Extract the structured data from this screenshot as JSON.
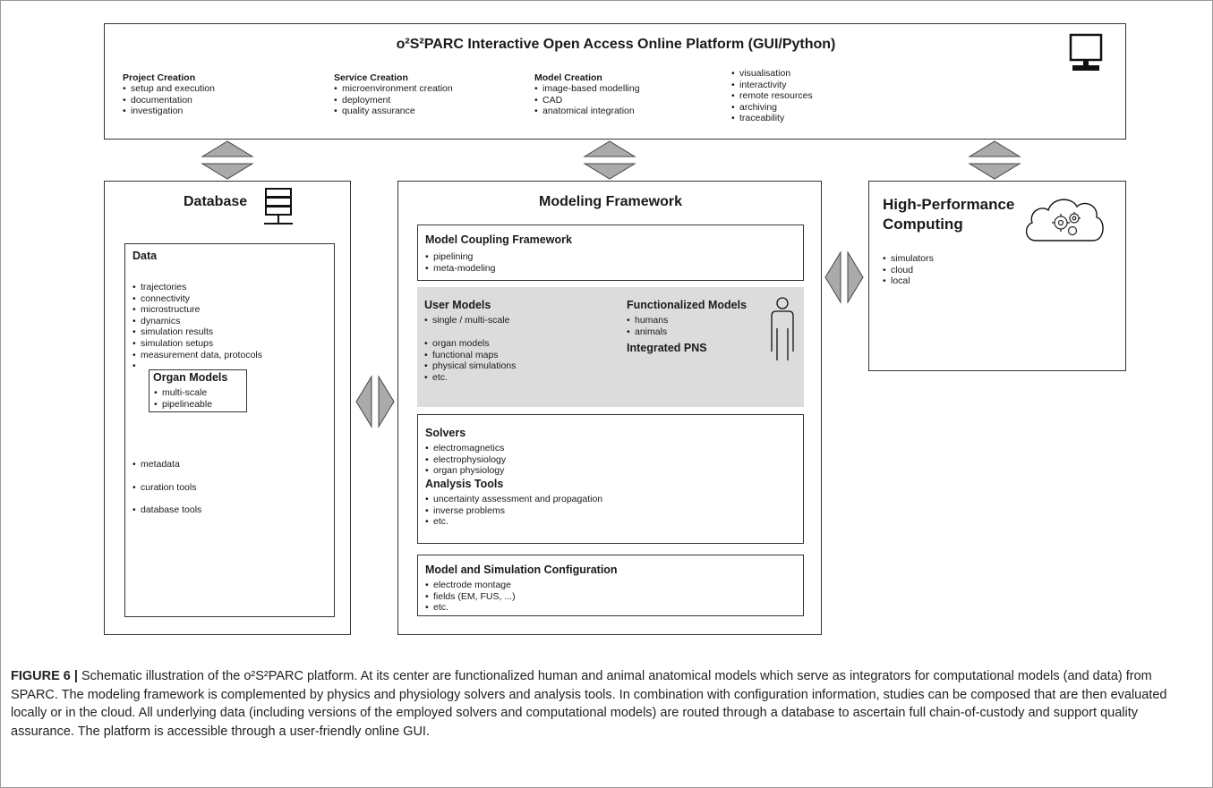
{
  "platform": {
    "title": "o²S²PARC Interactive Open Access Online Platform (GUI/Python)",
    "columns": [
      {
        "heading": "Project Creation",
        "items": [
          "setup and execution",
          "documentation",
          "investigation"
        ]
      },
      {
        "heading": "Service Creation",
        "items": [
          "microenvironment creation",
          "deployment",
          "quality assurance"
        ]
      },
      {
        "heading": "Model Creation",
        "items": [
          "image-based modelling",
          "CAD",
          "anatomical integration"
        ]
      },
      {
        "heading": "",
        "items": [
          "visualisation",
          "interactivity",
          "remote resources",
          "archiving",
          "traceability"
        ]
      }
    ]
  },
  "database": {
    "title": "Database",
    "data_heading": "Data",
    "data_items": [
      "trajectories",
      "connectivity",
      "microstructure",
      "dynamics",
      "simulation results",
      "simulation setups",
      "measurement data, protocols",
      ""
    ],
    "organ_models": {
      "heading": "Organ Models",
      "items": [
        "multi-scale",
        "pipelineable"
      ]
    },
    "extra_items": [
      "metadata",
      "curation tools",
      "database tools"
    ]
  },
  "modeling": {
    "title": "Modeling Framework",
    "coupling": {
      "heading": "Model Coupling Framework",
      "items": [
        "pipelining",
        "meta-modeling"
      ]
    },
    "user_models": {
      "heading": "User Models",
      "items1": [
        "single / multi-scale"
      ],
      "items2": [
        "organ models",
        "functional maps",
        "physical simulations",
        "etc."
      ]
    },
    "functionalized": {
      "heading": "Functionalized Models",
      "items": [
        "humans",
        "animals"
      ],
      "subheading": "Integrated PNS"
    },
    "solvers": {
      "heading": "Solvers",
      "items": [
        "electromagnetics",
        "electrophysiology",
        "organ physiology"
      ]
    },
    "analysis": {
      "heading": "Analysis Tools",
      "items": [
        "uncertainty assessment and propagation",
        "inverse problems",
        "etc."
      ]
    },
    "config": {
      "heading": "Model and Simulation Configuration",
      "items": [
        "electrode montage",
        "fields (EM, FUS, ...)",
        "etc."
      ]
    }
  },
  "hpc": {
    "title_line1": "High-Performance",
    "title_line2": "Computing",
    "items": [
      "simulators",
      "cloud",
      "local"
    ]
  },
  "caption": {
    "label": "FIGURE 6 |",
    "text": "Schematic illustration of the o²S²PARC platform. At its center are functionalized human and animal anatomical models which serve as integrators for computational models (and data) from SPARC. The modeling framework is complemented by physics and physiology solvers and analysis tools. In combination with configuration information, studies can be composed that are then evaluated locally or in the cloud. All underlying data (including versions of the employed solvers and computational models) are routed through a database to ascertain full chain-of-custody and support quality assurance. The platform is accessible through a user-friendly online GUI."
  },
  "icons": {
    "monitor": "monitor-icon",
    "database": "database-server-icon",
    "cloud": "cloud-gears-icon",
    "person": "person-icon",
    "arrow": "double-arrow-icon"
  },
  "colors": {
    "shaded_panel": "#dcdcdc",
    "arrow_fill": "#aaaaaa",
    "stroke": "#333333"
  }
}
